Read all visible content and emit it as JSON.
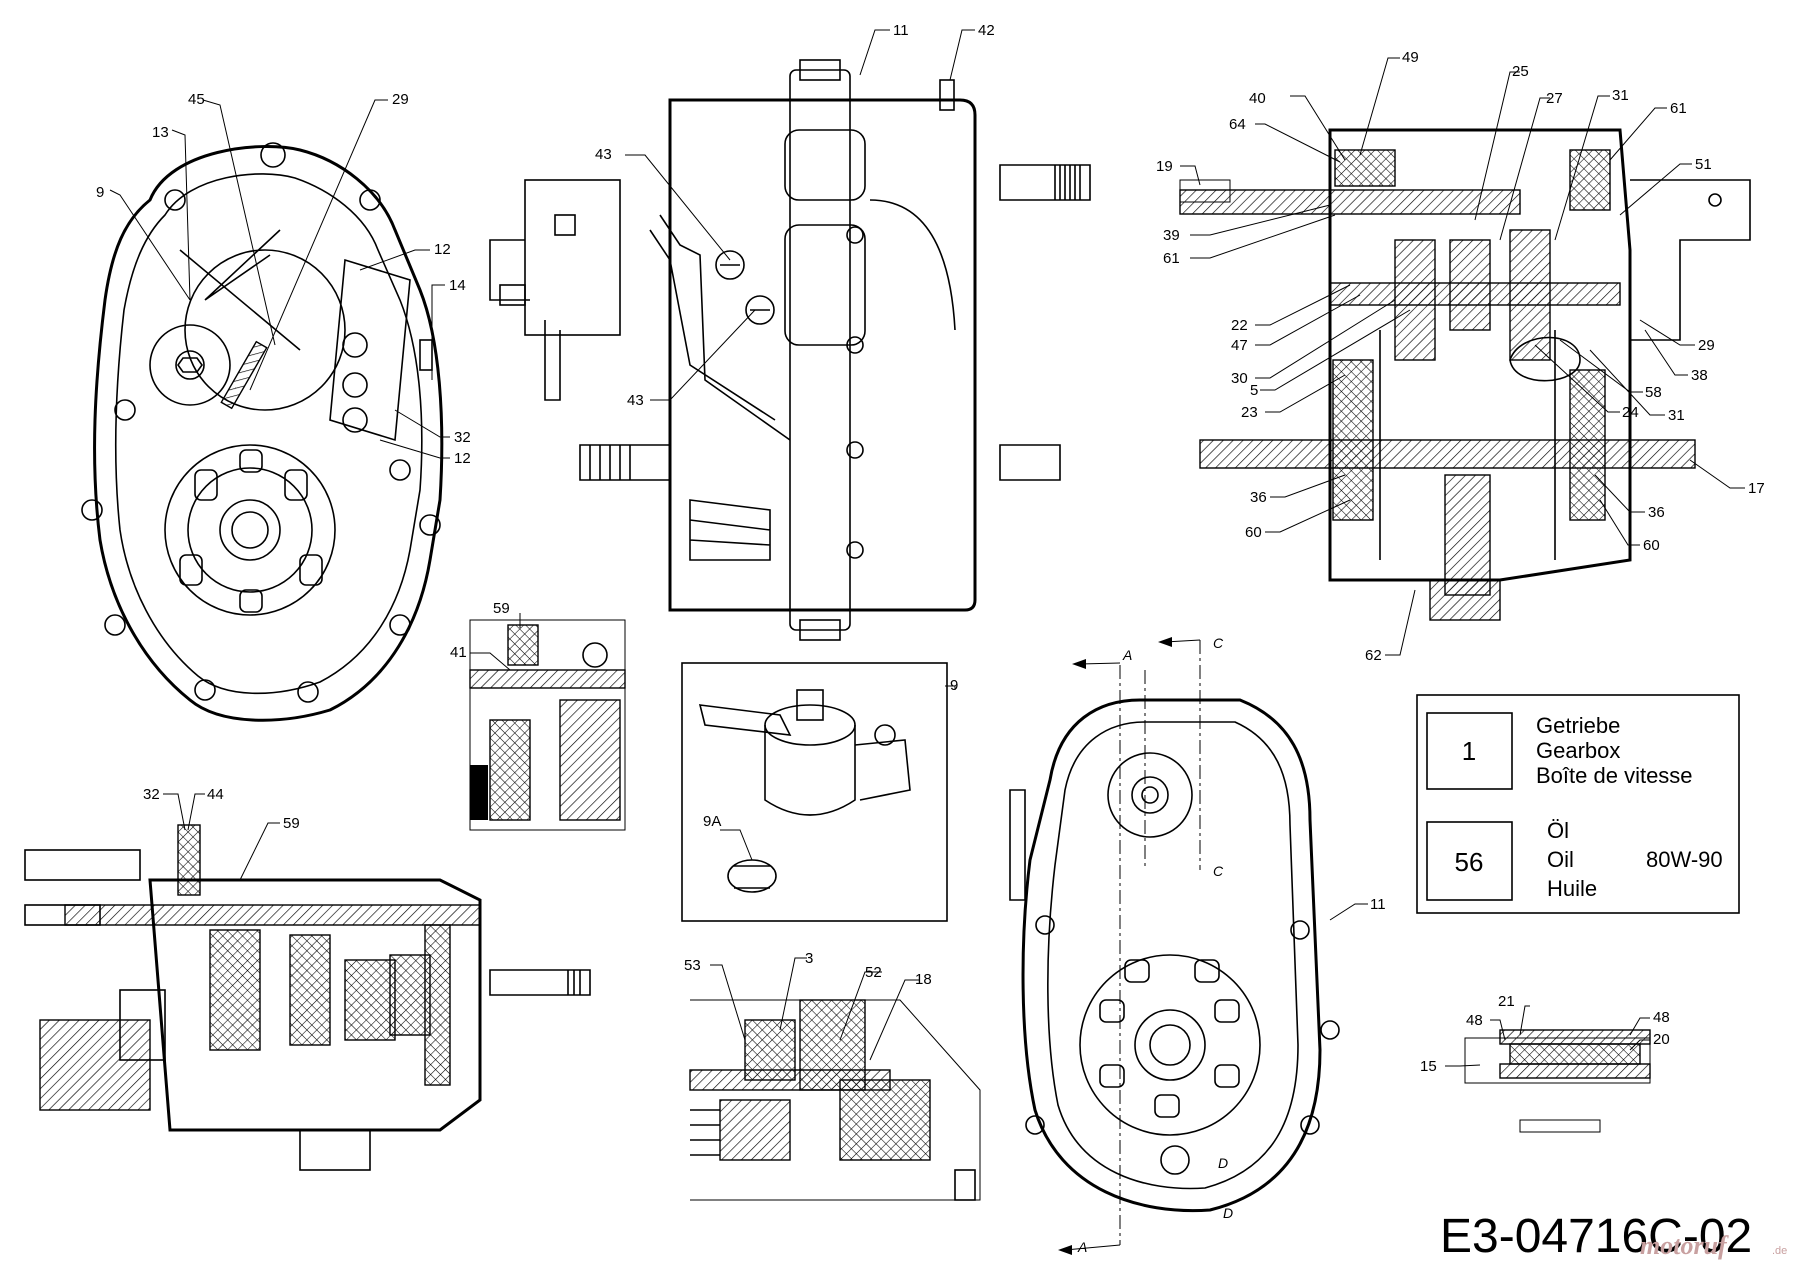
{
  "callouts": {
    "c9a": "9",
    "c13": "13",
    "c45": "45",
    "c29a": "29",
    "c12a": "12",
    "c14": "14",
    "c32a": "32",
    "c12b": "12",
    "c11a": "11",
    "c42": "42",
    "c43a": "43",
    "c43b": "43",
    "c49": "49",
    "c40": "40",
    "c64": "64",
    "c25": "25",
    "c27": "27",
    "c31a": "31",
    "c61a": "61",
    "c19": "19",
    "c51": "51",
    "c39": "39",
    "c61b": "61",
    "c22": "22",
    "c47": "47",
    "c30": "30",
    "c5": "5",
    "c23": "23",
    "c29b": "29",
    "c38": "38",
    "c58": "58",
    "c24": "24",
    "c31b": "31",
    "c17": "17",
    "c36a": "36",
    "c36b": "36",
    "c60a": "60",
    "c60b": "60",
    "c62": "62",
    "c59a": "59",
    "c41": "41",
    "c9b": "9",
    "c9A": "9A",
    "c32b": "32",
    "c44": "44",
    "c59b": "59",
    "c53": "53",
    "c3": "3",
    "c52": "52",
    "c18": "18",
    "c11b": "11",
    "c21": "21",
    "c48a": "48",
    "c48b": "48",
    "c20": "20",
    "c15": "15"
  },
  "section_marks": {
    "a1": "A",
    "a2": "A",
    "c1": "C",
    "c2": "C",
    "d1": "D",
    "d2": "D"
  },
  "legend": {
    "part1_number": "1",
    "part1_names": [
      "Getriebe",
      "Gearbox",
      "Boîte de vitesse"
    ],
    "part2_number": "56",
    "part2_names": [
      "Öl",
      "Oil",
      "Huile"
    ],
    "part2_spec": "80W-90"
  },
  "drawing_code": "E3-04716C-02",
  "watermark": {
    "brand": "motoruf",
    "domain": ".de"
  }
}
